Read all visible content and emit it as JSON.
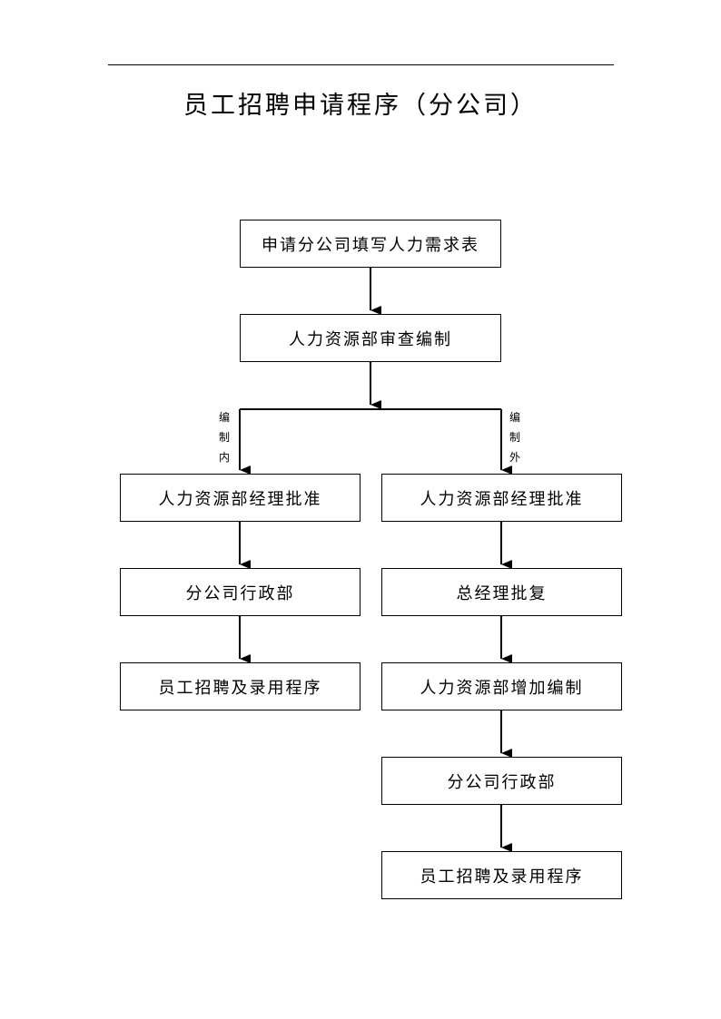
{
  "document": {
    "title": "员工招聘申请程序（分公司）"
  },
  "flowchart": {
    "nodes": {
      "apply": "申请分公司填写人力需求表",
      "hr_review": "人力资源部审查编制",
      "in_hr_approve": "人力资源部经理批准",
      "in_admin": "分公司行政部",
      "in_procedure": "员工招聘及录用程序",
      "out_hr_approve": "人力资源部经理批准",
      "out_gm": "总经理批复",
      "out_hr_add": "人力资源部增加编制",
      "out_admin": "分公司行政部",
      "out_procedure": "员工招聘及录用程序"
    },
    "branches": {
      "left": "编制内",
      "right": "编制外"
    }
  }
}
